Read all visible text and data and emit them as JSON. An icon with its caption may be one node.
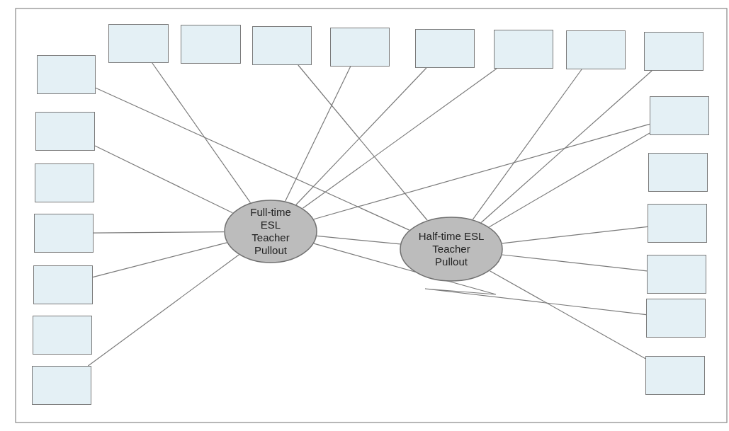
{
  "diagram": {
    "nodes": [
      {
        "text": [],
        "shape": "box"
      },
      {
        "text": [],
        "shape": "box"
      },
      {
        "text": [],
        "shape": "box"
      },
      {
        "text": [],
        "shape": "box"
      },
      {
        "text": [],
        "shape": "box"
      },
      {
        "text": [],
        "shape": "box"
      },
      {
        "text": [],
        "shape": "box"
      },
      {
        "text": [],
        "shape": "box"
      },
      {
        "text": [],
        "shape": "box"
      },
      {
        "text": [],
        "shape": "box"
      },
      {
        "text": [],
        "shape": "box"
      },
      {
        "text": [],
        "shape": "box"
      },
      {
        "text": [],
        "shape": "box"
      },
      {
        "text": [],
        "shape": "box"
      },
      {
        "text": [],
        "shape": "box"
      },
      {
        "text": [],
        "shape": "box"
      },
      {
        "text": [],
        "shape": "box"
      },
      {
        "text": [],
        "shape": "box"
      },
      {
        "text": [],
        "shape": "box"
      },
      {
        "text": [],
        "shape": "box"
      },
      {
        "text": [],
        "shape": "box"
      },
      {
        "text": [
          "Full-time ESL Teacher Pullout"
        ]
      },
      {
        "text": [
          "Half-time ESL Teacher Pullout"
        ]
      }
    ],
    "edges": [
      {
        "from": 0,
        "to": 21,
        "arrow": "none"
      },
      {
        "from": 2,
        "to": 22,
        "arrow": "none"
      },
      {
        "from": 3,
        "to": 21,
        "arrow": "none"
      },
      {
        "from": 4,
        "to": 21,
        "arrow": "none"
      },
      {
        "from": 5,
        "to": 21,
        "arrow": "none"
      },
      {
        "from": 6,
        "to": 22,
        "arrow": "none"
      },
      {
        "from": 7,
        "to": 22,
        "arrow": "none"
      },
      {
        "from": 8,
        "to": 22,
        "arrow": "none"
      },
      {
        "from": 9,
        "to": 21,
        "arrow": "none"
      },
      {
        "from": 11,
        "to": 21,
        "arrow": "none"
      },
      {
        "from": 12,
        "to": 21,
        "arrow": "none"
      },
      {
        "from": 14,
        "to": 21,
        "arrow": "none"
      },
      {
        "from": 15,
        "to": 21,
        "arrow": "none"
      },
      {
        "from": 15,
        "to": 22,
        "arrow": "none"
      },
      {
        "from": 17,
        "to": 22,
        "arrow": "none"
      },
      {
        "from": 18,
        "to": 22,
        "arrow": "none"
      },
      {
        "from": 19,
        "to": 21,
        "arrow": "none"
      },
      {
        "from": 20,
        "to": 22,
        "arrow": "none"
      },
      {
        "from": 21,
        "to": 22,
        "arrow": "none"
      }
    ]
  }
}
